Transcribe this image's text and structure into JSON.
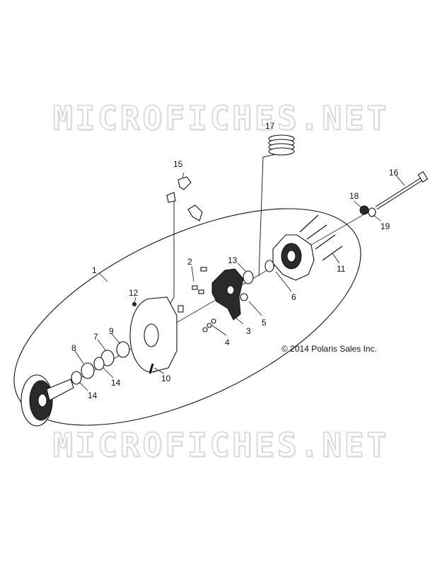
{
  "watermark": {
    "text": "MICROFICHES.NET"
  },
  "copyright": "© 2014 Polaris Sales Inc.",
  "callouts": [
    {
      "id": "1",
      "label": "1"
    },
    {
      "id": "2",
      "label": "2"
    },
    {
      "id": "3",
      "label": "3"
    },
    {
      "id": "4",
      "label": "4"
    },
    {
      "id": "5",
      "label": "5"
    },
    {
      "id": "6",
      "label": "6"
    },
    {
      "id": "7",
      "label": "7"
    },
    {
      "id": "8",
      "label": "8"
    },
    {
      "id": "9",
      "label": "9"
    },
    {
      "id": "10",
      "label": "10"
    },
    {
      "id": "11",
      "label": "11"
    },
    {
      "id": "12",
      "label": "12"
    },
    {
      "id": "13",
      "label": "13"
    },
    {
      "id": "14a",
      "label": "14"
    },
    {
      "id": "14b",
      "label": "14"
    },
    {
      "id": "15",
      "label": "15"
    },
    {
      "id": "16",
      "label": "16"
    },
    {
      "id": "17",
      "label": "17"
    },
    {
      "id": "18",
      "label": "18"
    },
    {
      "id": "19",
      "label": "19"
    }
  ]
}
